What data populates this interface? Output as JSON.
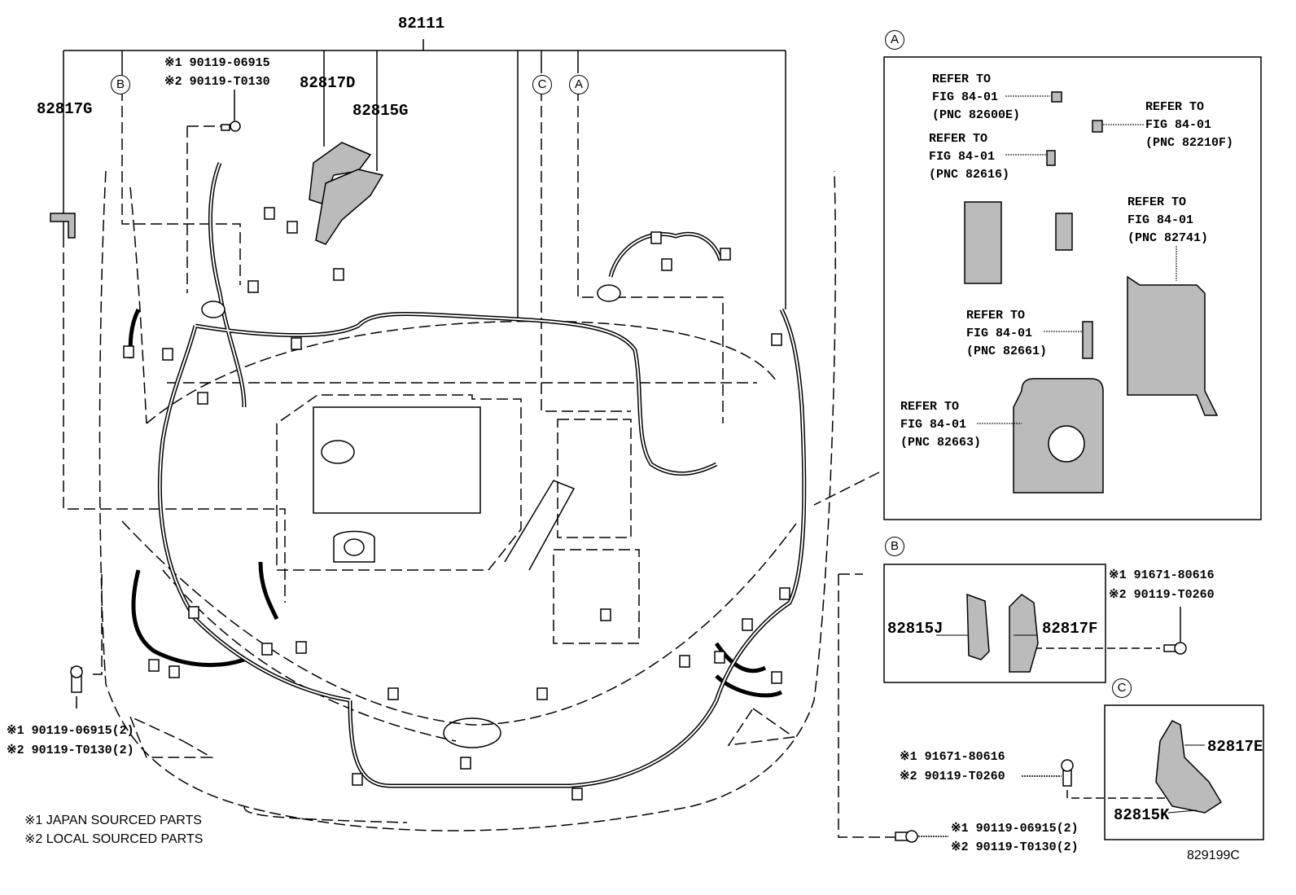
{
  "main_part": "82111",
  "callouts": {
    "a": "A",
    "b": "B",
    "c": "C"
  },
  "labels": {
    "p82817g": "82817G",
    "p82817d": "82817D",
    "p82815g": "82815G",
    "p82815j": "82815J",
    "p82817f": "82817F",
    "p82817e": "82817E",
    "p82815k": "82815K"
  },
  "bolts": {
    "top": [
      "※1 90119-06915",
      "※2 90119-T0130"
    ],
    "left": [
      "※1 90119-06915(2)",
      "※2 90119-T0130(2)"
    ],
    "b_bolt": [
      "※1 91671-80616",
      "※2 90119-T0260"
    ],
    "c_bolt": [
      "※1 91671-80616",
      "※2 90119-T0260"
    ],
    "bottom_right": [
      "※1 90119-06915(2)",
      "※2 90119-T0130(2)"
    ]
  },
  "refer_notes": [
    "REFER TO\nFIG 84-01\n(PNC 82600E)",
    "REFER TO\nFIG 84-01\n(PNC 82210F)",
    "REFER TO\nFIG 84-01\n(PNC 82616)",
    "REFER TO\nFIG 84-01\n(PNC 82741)",
    "REFER TO\nFIG 84-01\n(PNC 82661)",
    "REFER TO\nFIG 84-01\n(PNC 82663)"
  ],
  "legend": [
    "※1 JAPAN SOURCED PARTS",
    "※2 LOCAL SOURCED PARTS"
  ],
  "figure_id": "829199C"
}
